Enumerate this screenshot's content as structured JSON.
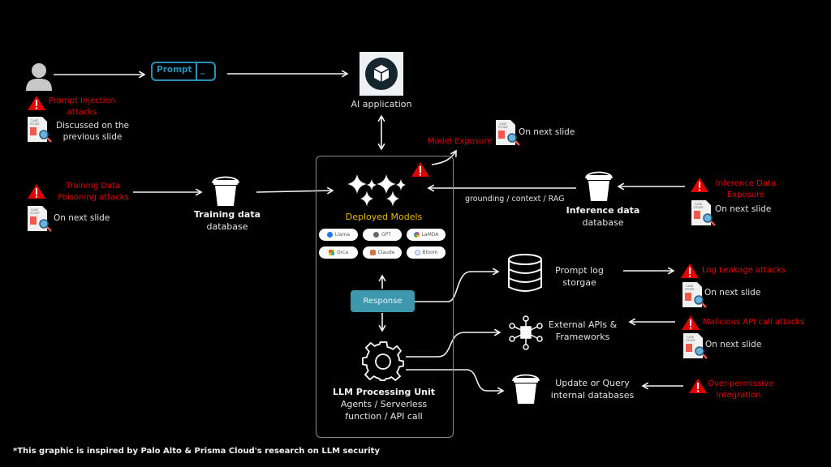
{
  "footer": "*This graphic is inspired by Palo Alto & Prisma Cloud's research on LLM security",
  "colors": {
    "background": "#000000",
    "threat": "#e00000",
    "accent_teal": "#3d97ad",
    "models_title": "#e8b800",
    "prompt_blue": "#2a8fb8"
  },
  "user": {
    "icon": "user-icon"
  },
  "prompt": {
    "label": "Prompt",
    "cursor": "_"
  },
  "ai_app": {
    "label": "AI application",
    "icon": "cube-icon"
  },
  "threats": {
    "prompt_injection": {
      "title_line1": "Prompt Injection",
      "title_line2": "attacks",
      "note_line1": "Discussed on the",
      "note_line2": "previous slide"
    },
    "training_poisoning": {
      "title_line1": "Training Data",
      "title_line2": "Poisoning attacks",
      "note": "On next slide"
    },
    "model_exposure": {
      "title": "Model Exposure",
      "note": "On next slide"
    },
    "inference_exposure": {
      "title_line1": "Inference Data",
      "title_line2": "Exposure",
      "note": "On next slide"
    },
    "log_leakage": {
      "title": "Log Leakage attacks",
      "note": "On next slide"
    },
    "malicious_api": {
      "title": "Malicious API call attacks",
      "note": "On next slide"
    },
    "over_permissive": {
      "title_line1": "Over-permissive",
      "title_line2": "Integration"
    }
  },
  "case_study": {
    "line1": "CASE",
    "line2": "STUDY"
  },
  "training_db": {
    "title": "Training data",
    "subtitle": "database"
  },
  "inference_db": {
    "title": "Inference data",
    "subtitle": "database",
    "edge_label": "grounding / context / RAG"
  },
  "models": {
    "title": "Deployed Models",
    "items": [
      {
        "label": "Llama",
        "icon": "meta-icon",
        "color": "#1877f2"
      },
      {
        "label": "GPT",
        "icon": "openai-icon",
        "color": "#666666"
      },
      {
        "label": "LaMDA",
        "icon": "google-icon",
        "color": "#ea4335"
      },
      {
        "label": "Orca",
        "icon": "microsoft-icon",
        "color": "#f25022"
      },
      {
        "label": "Claude",
        "icon": "anthropic-icon",
        "color": "#c9794a"
      },
      {
        "label": "Bloom",
        "icon": "bloom-icon",
        "color": "#8fa8e8"
      }
    ]
  },
  "response": {
    "label": "Response"
  },
  "llm_unit": {
    "title": "LLM Processing Unit",
    "line1": "Agents / Serverless",
    "line2": "function / API call"
  },
  "prompt_log": {
    "line1": "Prompt log",
    "line2": "storgae"
  },
  "external_apis": {
    "line1": "External APIs &",
    "line2": "Frameworks"
  },
  "internal_db": {
    "line1": "Update or Query",
    "line2": "internal databases"
  }
}
